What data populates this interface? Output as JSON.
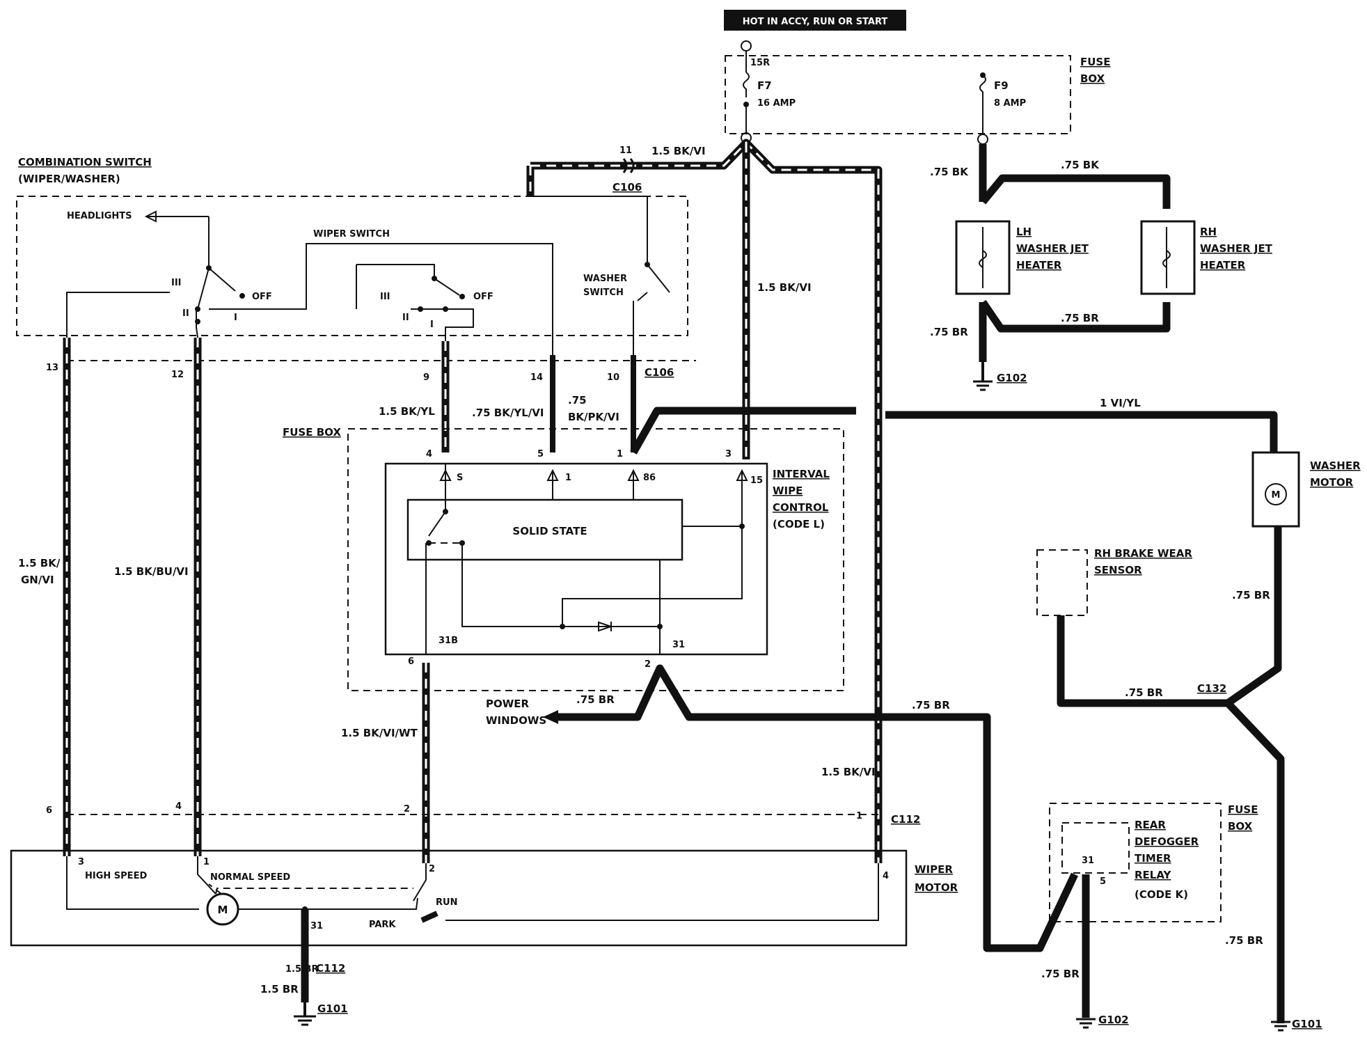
{
  "power_source": "HOT IN ACCY, RUN OR START",
  "fuse_box_top": {
    "title_1": "FUSE",
    "title_2": "BOX",
    "terminal": "15R",
    "fuse_a_name": "F7",
    "fuse_a_rating": "16 AMP",
    "fuse_b_name": "F9",
    "fuse_b_rating": "8 AMP"
  },
  "combination_switch": {
    "title_1": "COMBINATION SWITCH",
    "title_2": "(WIPER/WASHER)",
    "headlights": "HEADLIGHTS",
    "wiper_switch": "WIPER SWITCH",
    "washer_switch_1": "WASHER",
    "washer_switch_2": "SWITCH",
    "off": "OFF",
    "pos_3": "III",
    "pos_2": "II",
    "pos_1": "I"
  },
  "connectors": {
    "c106": "C106",
    "c112": "C112",
    "c132": "C132",
    "pin_11": "11",
    "pin_13": "13",
    "pin_12": "12",
    "pin_9": "9",
    "pin_14": "14",
    "pin_10": "10",
    "pin_6": "6",
    "pin_4": "4",
    "pin_2": "2",
    "pin_1": "1",
    "pin_3": "3"
  },
  "wires": {
    "bk_vi": "1.5 BK/VI",
    "bk_gn_vi_1": "1.5 BK/",
    "bk_gn_vi_2": "GN/VI",
    "bk_bu_vi": "1.5 BK/BU/VI",
    "bk_yl": "1.5 BK/YL",
    "bk_yl_vi": ".75 BK/YL/VI",
    "bk_pk_vi_1": ".75",
    "bk_pk_vi_2": "BK/PK/VI",
    "bk_vi_wt": "1.5 BK/VI/WT",
    "vi_yl": "1 VI/YL",
    "bk_075": ".75 BK",
    "br_075": ".75 BR",
    "br_15": "1.5 BR"
  },
  "heaters": {
    "lh_1": "LH",
    "lh_2": "WASHER JET",
    "lh_3": "HEATER",
    "rh_1": "RH",
    "rh_2": "WASHER JET",
    "rh_3": "HEATER"
  },
  "interval_wipe": {
    "fuse_box": "FUSE BOX",
    "title_1": "INTERVAL",
    "title_2": "WIPE",
    "title_3": "CONTROL",
    "title_4": "(CODE L)",
    "solid_state": "SOLID STATE",
    "pin_4": "4",
    "pin_5": "5",
    "pin_1": "1",
    "pin_3": "3",
    "pin_6": "6",
    "pin_2": "2",
    "t_s": "S",
    "t_1": "1",
    "t_86": "86",
    "t_15": "15",
    "t_31b": "31B",
    "t_31": "31"
  },
  "power_windows_1": "POWER",
  "power_windows_2": "WINDOWS",
  "wiper_motor": {
    "title_1": "WIPER",
    "title_2": "MOTOR",
    "high_speed": "HIGH SPEED",
    "normal_speed": "NORMAL SPEED",
    "park": "PARK",
    "run": "RUN",
    "motor": "M",
    "pin_3": "3",
    "pin_1": "1",
    "pin_2": "2",
    "pin_4": "4",
    "pin_31": "31"
  },
  "washer_motor": {
    "title_1": "WASHER",
    "title_2": "MOTOR",
    "motor": "M"
  },
  "brake_sensor": {
    "title_1": "RH BRAKE WEAR",
    "title_2": "SENSOR"
  },
  "defogger": {
    "fuse_1": "FUSE",
    "fuse_2": "BOX",
    "t1": "REAR",
    "t2": "DEFOGGER",
    "t3": "TIMER",
    "t4": "RELAY",
    "t5": "(CODE K)",
    "pin_31": "31",
    "pin_5": "5"
  },
  "grounds": {
    "g101": "G101",
    "g102": "G102"
  }
}
